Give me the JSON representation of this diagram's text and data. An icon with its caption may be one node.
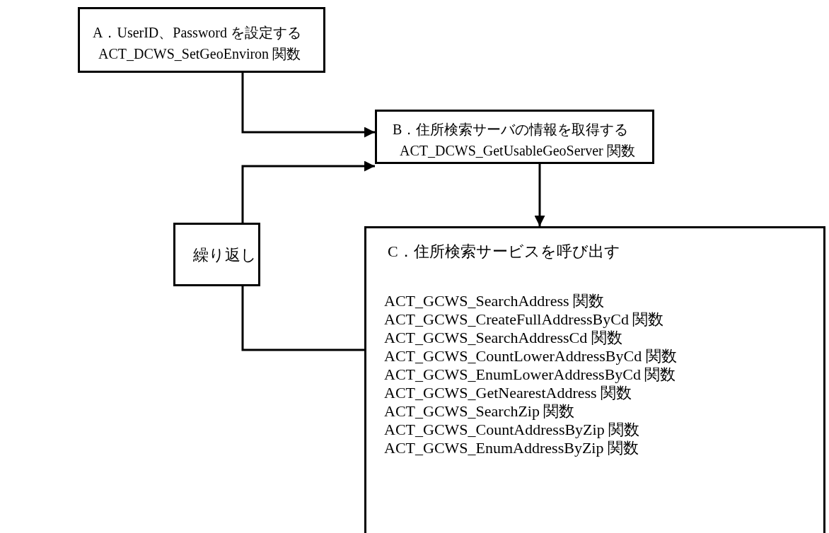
{
  "diagram": {
    "nodes": [
      {
        "text": [
          "A．UserID、Password を設定する",
          "ACT_DCWS_SetGeoEnviron 関数"
        ]
      },
      {
        "text": [
          "B．住所検索サーバの情報を取得する",
          "ACT_DCWS_GetUsableGeoServer 関数"
        ]
      },
      {
        "text": [
          "C．住所検索サービスを呼び出す",
          "ACT_GCWS_SearchAddress 関数",
          "ACT_GCWS_CreateFullAddressByCd 関数",
          "ACT_GCWS_SearchAddressCd 関数",
          "ACT_GCWS_CountLowerAddressByCd 関数",
          "ACT_GCWS_EnumLowerAddressByCd 関数",
          "ACT_GCWS_GetNearestAddress 関数",
          "ACT_GCWS_SearchZip 関数",
          "ACT_GCWS_CountAddressByZip 関数",
          "ACT_GCWS_EnumAddressByZip 関数"
        ]
      },
      {
        "text": [
          "繰り返し"
        ]
      }
    ],
    "edges": [
      {
        "from": 0,
        "to": 1,
        "arrow": "to"
      },
      {
        "from": 1,
        "to": 2,
        "arrow": "to"
      },
      {
        "from": 2,
        "to": 3,
        "arrow": "none"
      },
      {
        "from": 3,
        "to": 1,
        "arrow": "to"
      }
    ]
  }
}
